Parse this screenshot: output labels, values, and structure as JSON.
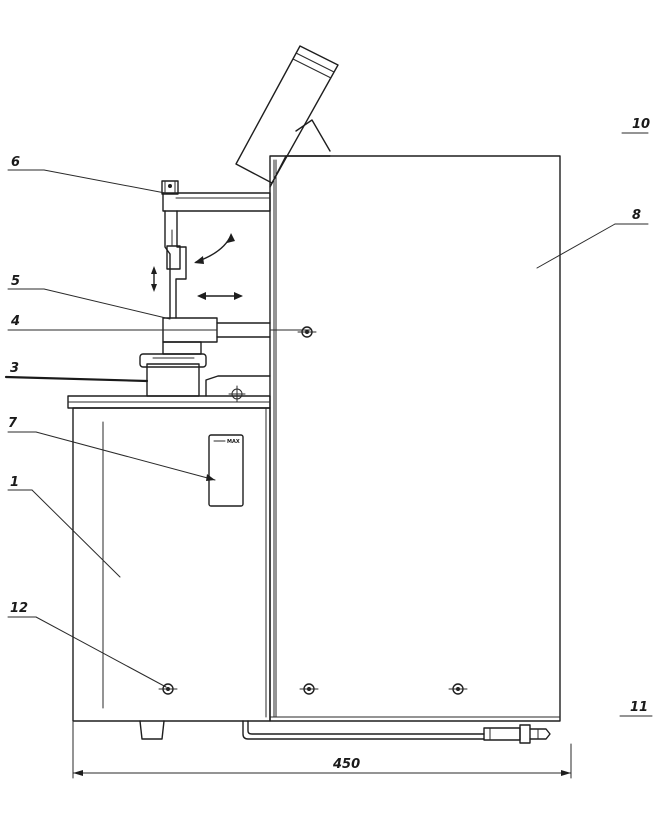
{
  "callouts": [
    {
      "id": "1",
      "label": "1"
    },
    {
      "id": "3",
      "label": "3"
    },
    {
      "id": "4",
      "label": "4"
    },
    {
      "id": "5",
      "label": "5"
    },
    {
      "id": "6",
      "label": "6"
    },
    {
      "id": "7",
      "label": "7"
    },
    {
      "id": "8",
      "label": "8"
    },
    {
      "id": "10",
      "label": "10"
    },
    {
      "id": "11",
      "label": "11"
    },
    {
      "id": "12",
      "label": "12"
    }
  ],
  "gauge_label": "MAX",
  "dimension": {
    "label": "450"
  }
}
